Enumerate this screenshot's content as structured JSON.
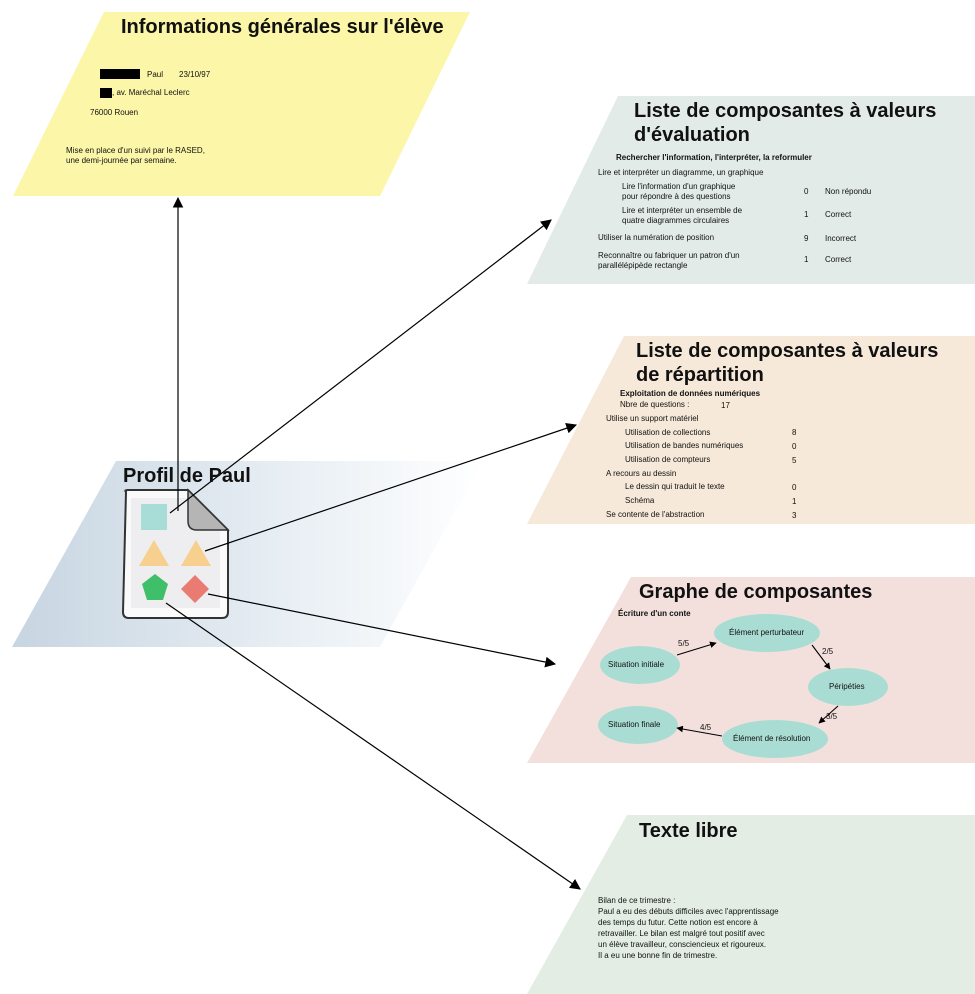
{
  "profile": {
    "title": "Profil de Paul"
  },
  "infos": {
    "title": "Informations générales sur l'élève",
    "name": "Paul",
    "birthdate": "23/10/97",
    "street": ", av. Maréchal Leclerc",
    "city": "76000 Rouen",
    "note_line1": "Mise en place d'un suivi par le RASED,",
    "note_line2": "une demi-journée par semaine."
  },
  "evaluation": {
    "title_line1": "Liste de composantes à valeurs",
    "title_line2": "d'évaluation",
    "subtitle": "Rechercher l'information, l'interpréter, la reformuler",
    "group1": "Lire et interpréter un diagramme, un graphique",
    "rows": [
      {
        "label1": "Lire l'information d'un graphique",
        "label2": "pour répondre à des questions",
        "value": "0",
        "status": "Non répondu"
      },
      {
        "label1": "Lire et interpréter un ensemble de",
        "label2": "quatre diagrammes circulaires",
        "value": "1",
        "status": "Correct"
      },
      {
        "label1": "Utiliser la numération de position",
        "label2": "",
        "value": "9",
        "status": "Incorrect"
      },
      {
        "label1": "Reconnaître ou fabriquer un patron d'un",
        "label2": "parallélépipède rectangle",
        "value": "1",
        "status": "Correct"
      }
    ]
  },
  "repartition": {
    "title_line1": "Liste de composantes à valeurs",
    "title_line2": "de répartition",
    "subtitle": "Exploitation de données numériques",
    "nbre_label": "Nbre de questions :",
    "nbre_value": "17",
    "group1": "Utilise un support matériel",
    "group1_rows": [
      {
        "label": "Utilisation de collections",
        "value": "8"
      },
      {
        "label": "Utilisation de bandes numériques",
        "value": "0"
      },
      {
        "label": "Utilisation de compteurs",
        "value": "5"
      }
    ],
    "group2": "A recours au dessin",
    "group2_rows": [
      {
        "label": "Le dessin qui traduit le texte",
        "value": "0"
      },
      {
        "label": "Schéma",
        "value": "1"
      }
    ],
    "abstraction_label": "Se contente de l'abstraction",
    "abstraction_value": "3"
  },
  "graphe": {
    "title": "Graphe de composantes",
    "subtitle": "Écriture d'un conte",
    "nodes": [
      "Situation initiale",
      "Élément perturbateur",
      "Péripéties",
      "Élément de résolution",
      "Situation finale"
    ],
    "edges": [
      "5/5",
      "2/5",
      "3/5",
      "4/5"
    ]
  },
  "texte": {
    "title": "Texte libre",
    "lines": [
      "Bilan de ce trimestre :",
      "Paul a eu des débuts difficiles avec l'apprentissage",
      "des temps du futur. Cette notion est encore à",
      "retravailler. Le bilan est malgré tout positif avec",
      "un élève travailleur, consciencieux et rigoureux.",
      "Il a eu une bonne fin de trimestre."
    ]
  },
  "colors": {
    "infos_panel": "#fbf6a8",
    "evaluation_panel": "#e3ebe9",
    "repartition_panel": "#f6e9d9",
    "graphe_panel": "#f3e0dd",
    "texte_panel": "#e4ede4",
    "profile_panel": "#c9d7e2",
    "node_fill": "#a9ddd3",
    "teal": "#a7ddd6",
    "orange": "#f7cf8e",
    "green": "#3fbf6a",
    "red": "#ea7b73"
  }
}
